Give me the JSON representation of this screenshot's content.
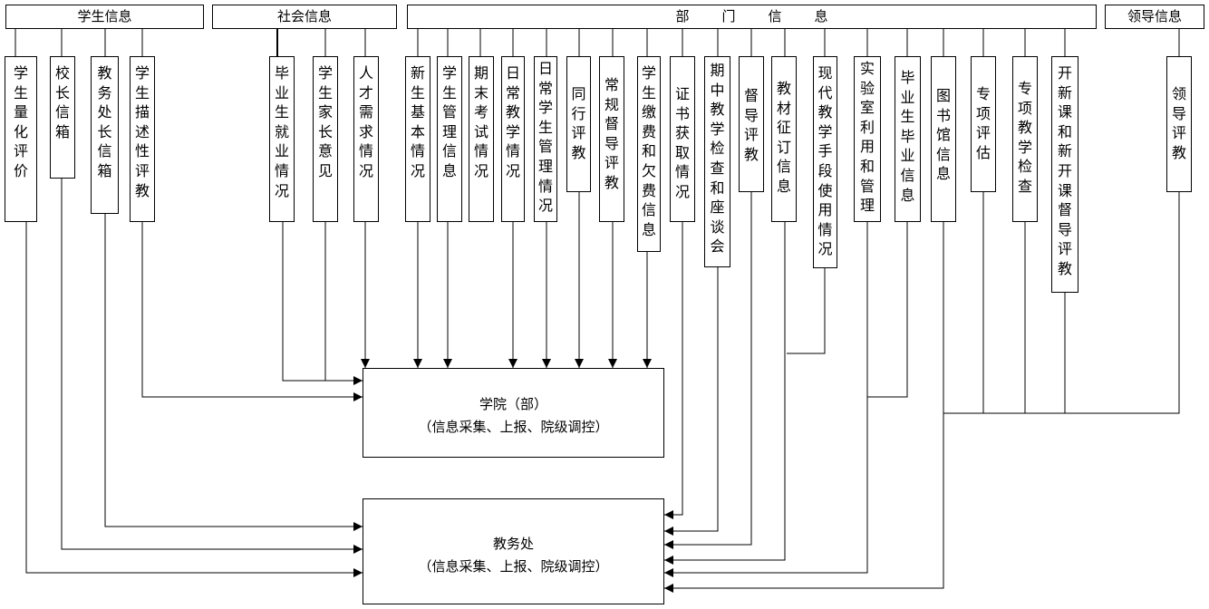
{
  "headers": {
    "student": "学生信息",
    "society": "社会信息",
    "department": "部门信息",
    "leader": "领导信息"
  },
  "sources": {
    "student_eval": "学生量化评价",
    "principal_box": "校长信箱",
    "dean_box": "教务处长信箱",
    "student_desc_eval": "学生描述性评教",
    "graduate_employment": "毕业生就业情况",
    "parent_opinion": "学生家长意见",
    "talent_demand": "人才需求情况",
    "freshman_info": "新生基本情况",
    "student_mgmt": "学生管理信息",
    "final_exam": "期末考试情况",
    "daily_teaching": "日常教学情况",
    "daily_student_mgmt": "日常学生管理情况",
    "peer_eval": "同行评教",
    "routine_supervision": "常规督导评教",
    "fees": "学生缴费和欠费信息",
    "certificates": "证书获取情况",
    "midterm_check": "期中教学检查和座谈会",
    "supervision_eval": "督导评教",
    "textbook": "教材征订信息",
    "modern_means": "现代教学手段使用情况",
    "lab_use": "实验室利用和管理",
    "graduation": "毕业生毕业信息",
    "library": "图书馆信息",
    "special_assessment": "专项评估",
    "special_check": "专项教学检查",
    "new_course": "开新课和新开课督导评教",
    "leader_eval": "领导评教"
  },
  "college": {
    "title": "学院（部）",
    "subtitle": "（信息采集、上报、院级调控）"
  },
  "academic_office": {
    "title": "教务处",
    "subtitle": "（信息采集、上报、院级调控）"
  }
}
